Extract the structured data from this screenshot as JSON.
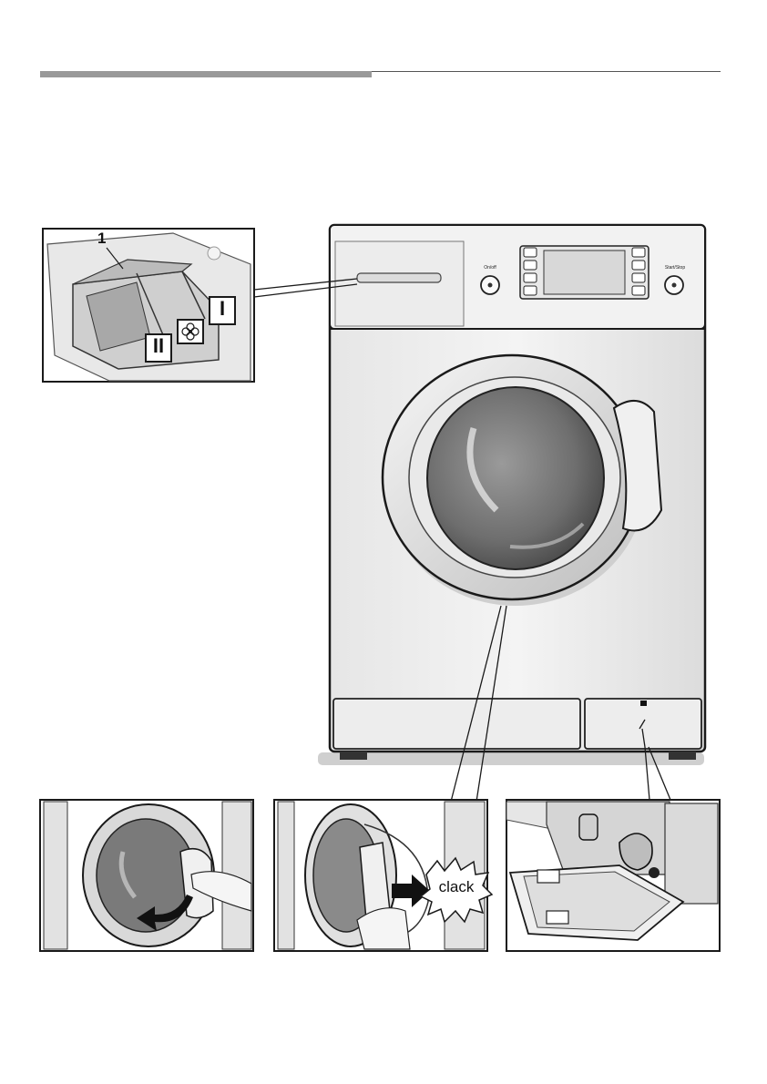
{
  "header": {
    "has_rule": true
  },
  "detergent_drawer": {
    "callout_number": "1",
    "compartment_main_wash": "I",
    "compartment_prewash": "II",
    "compartment_softener_icon": "flower-icon"
  },
  "control_panel": {
    "on_off_label": "On/off",
    "start_stop_label": "Start/Stop"
  },
  "door_close_panel": {
    "sound_label": "clack"
  },
  "colors": {
    "rule_thick": "#999999",
    "outline": "#1a1a1a",
    "body_light": "#f0f0f0",
    "body_shade": "#d6d6d6",
    "glass_dark": "#5a5a5a"
  }
}
